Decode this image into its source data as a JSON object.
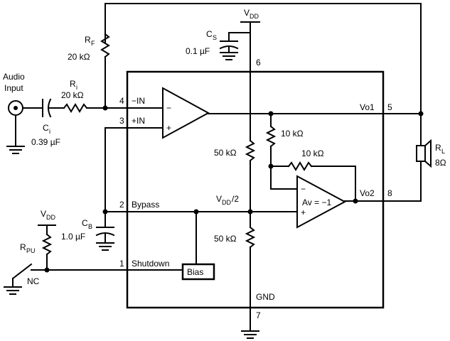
{
  "supply": {
    "label": "V",
    "sub": "DD"
  },
  "pins": {
    "p6": "6",
    "p4": "4",
    "p3": "3",
    "p2": "2",
    "p1": "1",
    "p5": "5",
    "p8": "8",
    "p7": "7"
  },
  "pin_names": {
    "minus_in": "−IN",
    "plus_in": "+IN",
    "bypass": "Bypass",
    "shutdown": "Shutdown",
    "vo1": "Vo1",
    "vo2": "Vo2",
    "gnd": "GND",
    "vdd_half_main": "V",
    "vdd_half_sub": "DD",
    "vdd_half_tail": "/2"
  },
  "components": {
    "rf": {
      "name": "R",
      "sub": "F",
      "value": "20 kΩ"
    },
    "ri": {
      "name": "R",
      "sub": "i",
      "value": "20 kΩ"
    },
    "ci": {
      "name": "C",
      "sub": "i",
      "value": "0.39 µF"
    },
    "cs": {
      "name": "C",
      "sub": "S",
      "value": "0.1 µF"
    },
    "cb": {
      "name": "C",
      "sub": "B",
      "value": "1.0 µF"
    },
    "rpu": {
      "name": "R",
      "sub": "PU"
    },
    "rl": {
      "name": "R",
      "sub": "L",
      "value": "8Ω"
    },
    "r_top": "50 kΩ",
    "r_bot": "50 kΩ",
    "r_fb1": "10 kΩ",
    "r_fb2": "10 kΩ",
    "nc": "NC",
    "bias": "Bias",
    "av": "Av = −1"
  },
  "audio_input": {
    "line1": "Audio",
    "line2": "Input"
  },
  "opamp_signs": {
    "minus": "−",
    "plus": "+"
  }
}
